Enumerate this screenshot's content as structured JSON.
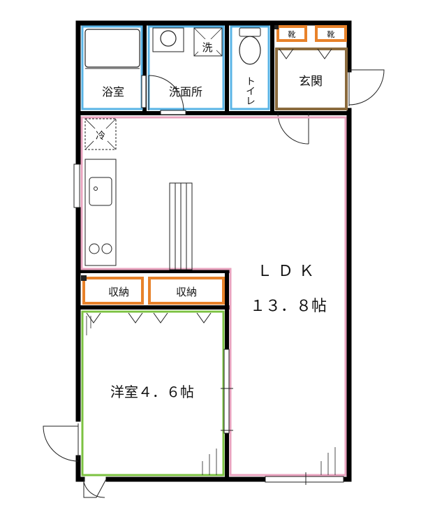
{
  "rooms": {
    "bathroom": "浴室",
    "washroom": "洗面所",
    "washer_mark": "洗",
    "toilet": "トイレ",
    "entrance": "玄関",
    "shoe_left": "靴",
    "shoe_right": "靴",
    "fridge_mark": "冷",
    "ldk_name": "ＬＤＫ",
    "ldk_size": "１３．８帖",
    "closet_left": "収納",
    "closet_right": "収納",
    "western_room": "洋室４．６帖"
  },
  "colors": {
    "wall": "#000000",
    "wet_area": "#5ab4e6",
    "ldk": "#e9a3bf",
    "western": "#7cc242",
    "storage": "#e8822a",
    "entrance": "#8b6b3e"
  }
}
